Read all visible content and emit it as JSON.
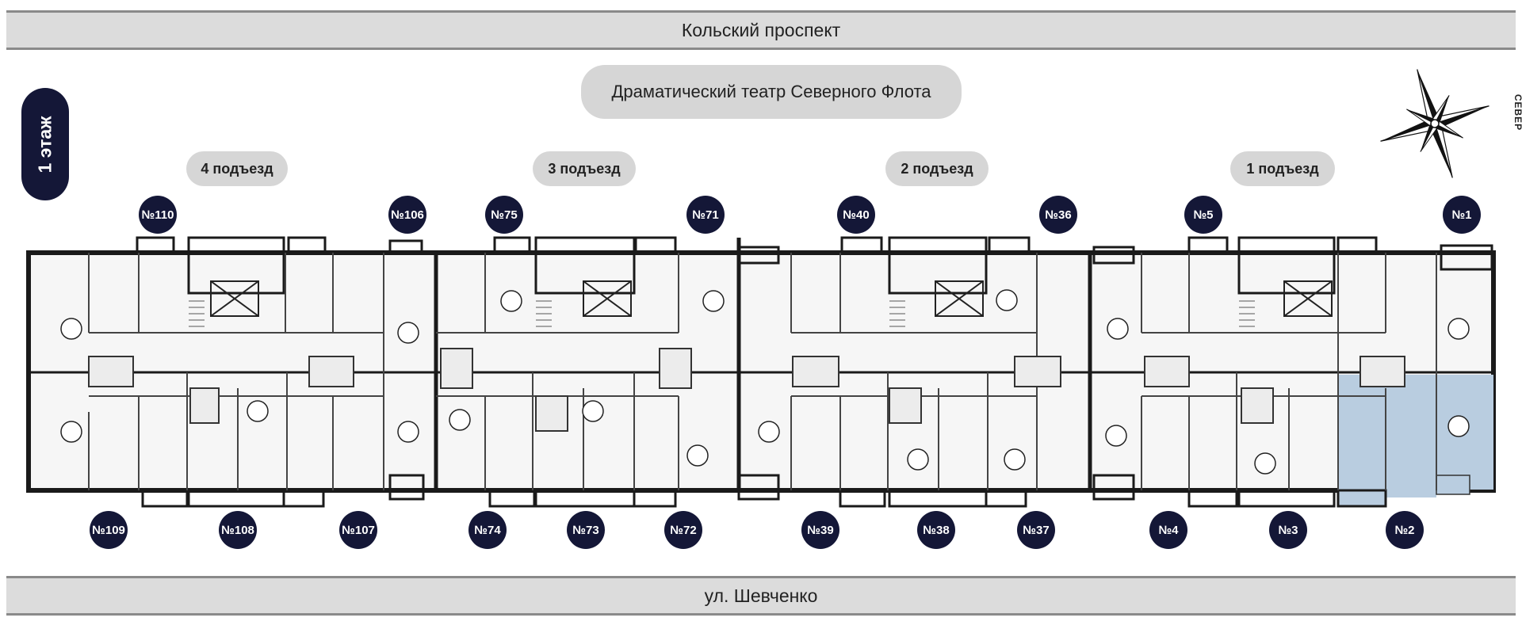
{
  "streets": {
    "top": "Кольский проспект",
    "bottom": "ул. Шевченко"
  },
  "landmark": "Драматический театр Северного Флота",
  "floor_label": "1 этаж",
  "compass_label": "СЕВЕР",
  "entrances": [
    "4 подъезд",
    "3 подъезд",
    "2 подъезд",
    "1 подъезд"
  ],
  "apartments_top": [
    "№110",
    "№106",
    "№75",
    "№71",
    "№40",
    "№36",
    "№5",
    "№1"
  ],
  "apartments_bottom": [
    "№109",
    "№108",
    "№107",
    "№74",
    "№73",
    "№72",
    "№39",
    "№38",
    "№37",
    "№4",
    "№3",
    "№2"
  ],
  "highlighted_apartment": "№2",
  "colors": {
    "badge": "#141737",
    "pill": "#d6d6d6",
    "wall": "#1a1a1a",
    "highlight": "#b9cde0"
  }
}
